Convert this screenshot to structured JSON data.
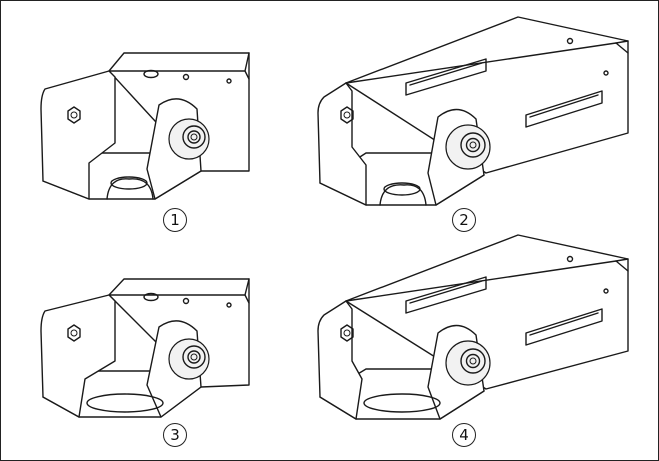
{
  "figures": [
    {
      "label": "1",
      "glyph": "①",
      "variant": "short-slotted"
    },
    {
      "label": "2",
      "glyph": "②",
      "variant": "long-slotted"
    },
    {
      "label": "3",
      "glyph": "③",
      "variant": "short-round"
    },
    {
      "label": "4",
      "glyph": "④",
      "variant": "long-round"
    }
  ],
  "colors": {
    "line": "#1a1a1a",
    "background": "#ffffff"
  }
}
